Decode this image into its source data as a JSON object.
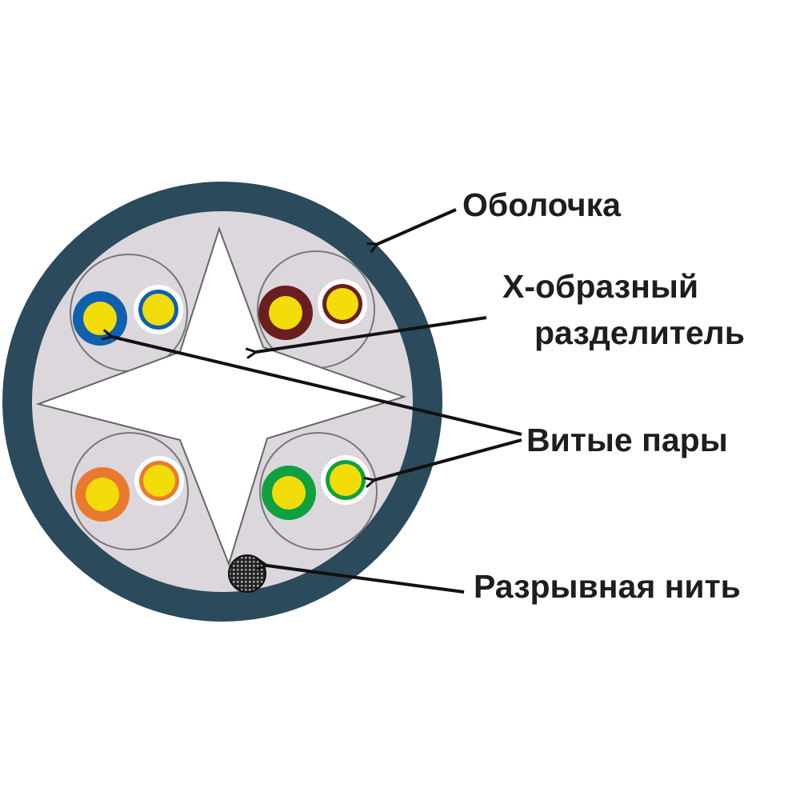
{
  "labels": {
    "sheath": "Оболочка",
    "separator_line1": "X-образный",
    "separator_line2": "разделитель",
    "twisted_pairs": "Витые пары",
    "rip_cord": "Разрывная нить"
  },
  "colors": {
    "sheath": "#2b4a5c",
    "filler": "#dcd7dc",
    "conductor": "#f2dc0a",
    "pair_blue": "#1060b0",
    "pair_brown": "#6a1e20",
    "pair_orange": "#e87a30",
    "pair_green": "#10a040"
  }
}
